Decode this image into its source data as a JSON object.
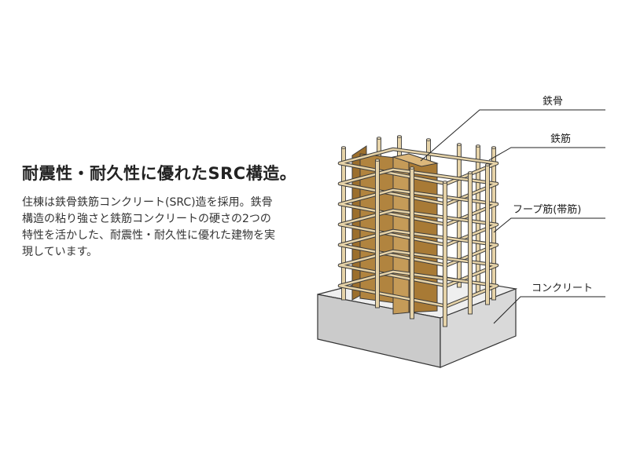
{
  "heading": "耐震性・耐久性に優れたSRC構造。",
  "description_lines": [
    "住棟は鉄骨鉄筋コンクリート(SRC)造を採用。鉄骨",
    "構造の粘り強さと鉄筋コンクリートの硬さの2つの",
    "特性を活かした、耐震性・耐久性に優れた建物を実",
    "現しています。"
  ],
  "labels": {
    "steel_frame": "鉄骨",
    "rebar": "鉄筋",
    "hoop": "フープ筋(帯筋)",
    "concrete": "コンクリート"
  },
  "colors": {
    "steel": "#a87a35",
    "steel_light": "#caa262",
    "bar_fill": "#e6d3a8",
    "bar_stroke": "#3a3a3a",
    "concrete_top": "#f0f0f0",
    "concrete_side": "#d6d6d6",
    "concrete_front": "#c9c9c9"
  }
}
